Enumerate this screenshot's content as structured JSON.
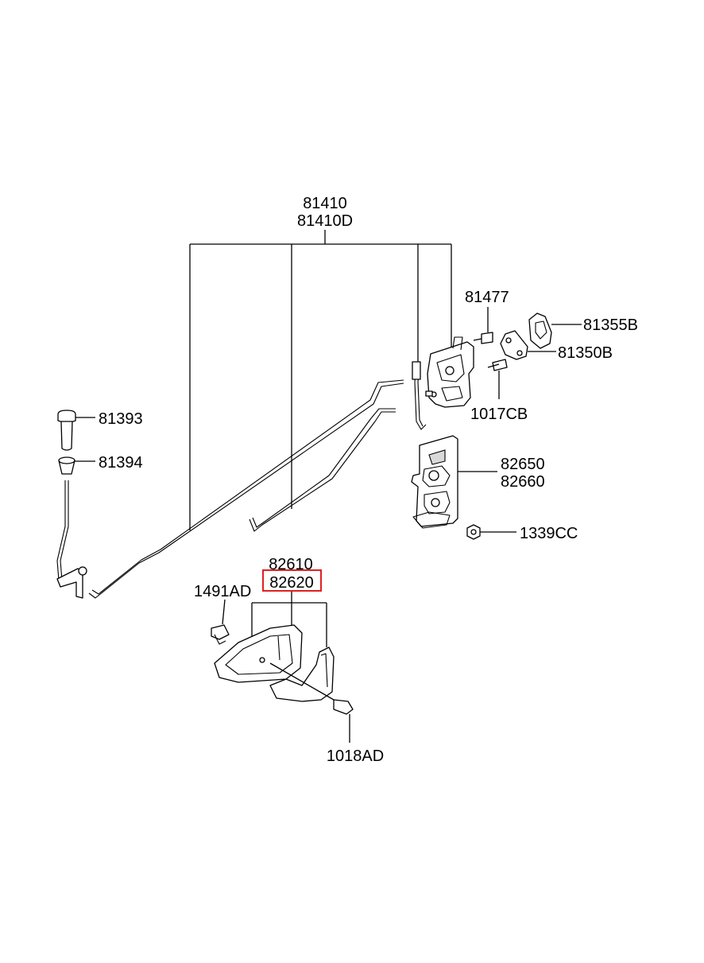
{
  "callouts": {
    "c81410": "81410",
    "c81410d": "81410D",
    "c81477": "81477",
    "c81355b": "81355B",
    "c81350b": "81350B",
    "c1017cb": "1017CB",
    "c81393": "81393",
    "c81394": "81394",
    "c82650": "82650",
    "c82660": "82660",
    "c1339cc": "1339CC",
    "c82610": "82610",
    "c82620": "82620",
    "c1491ad": "1491AD",
    "c1018ad": "1018AD"
  },
  "highlight": {
    "part": "82620",
    "color": "#e02020"
  }
}
